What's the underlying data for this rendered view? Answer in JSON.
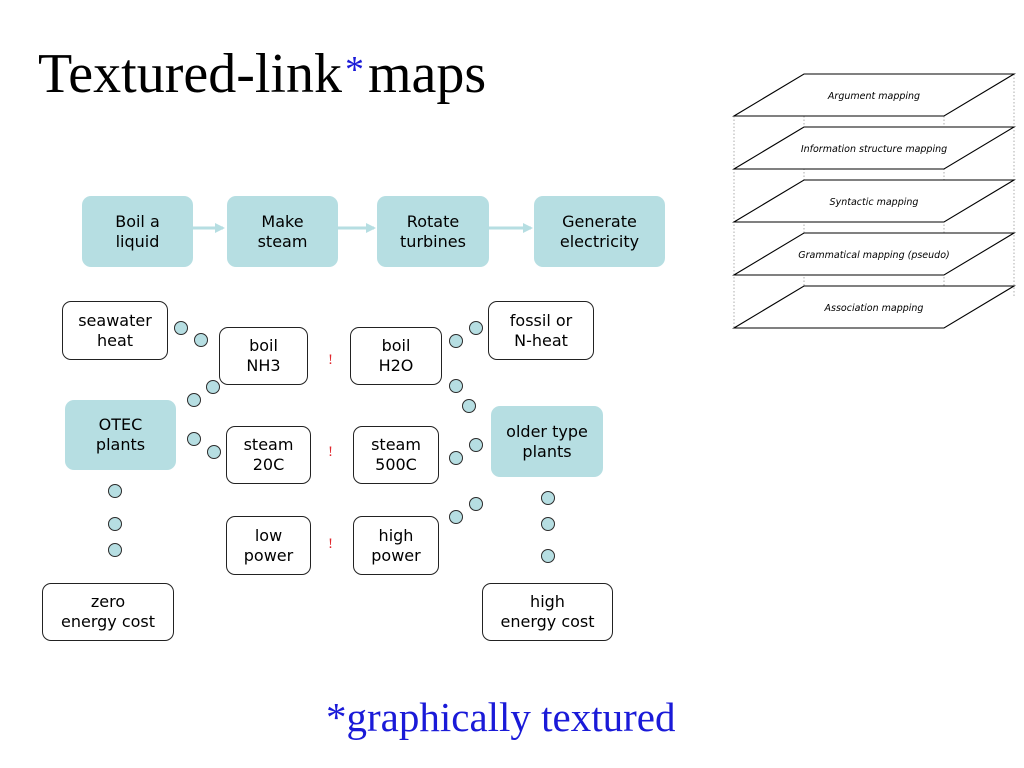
{
  "title": {
    "main": "Textured-link",
    "star": "*",
    "rest": "maps"
  },
  "footnote": "*graphically textured",
  "process_chain": [
    "Boil a\nliquid",
    "Make\nsteam",
    "Rotate\nturbines",
    "Generate\nelectricity"
  ],
  "left_side": {
    "source": "seawater\nheat",
    "plants": "OTEC\nplants",
    "boil": "boil\nNH3",
    "steam": "steam\n20C",
    "power": "low\npower",
    "cost": "zero\nenergy cost"
  },
  "right_side": {
    "source": "fossil or\nN-heat",
    "plants": "older type\nplants",
    "boil": "boil\nH2O",
    "steam": "steam\n500C",
    "power": "high\npower",
    "cost": "high\nenergy cost"
  },
  "contrast_mark": "!",
  "mapping_layers": [
    "Argument mapping",
    "Information structure mapping",
    "Syntactic mapping",
    "Grammatical mapping (pseudo)",
    "Association mapping"
  ],
  "colors": {
    "process_fill": "#b6dee2",
    "arrow": "#b6dee2",
    "footnote": "#1a1ad8",
    "contrast_mark": "#e0282e"
  }
}
